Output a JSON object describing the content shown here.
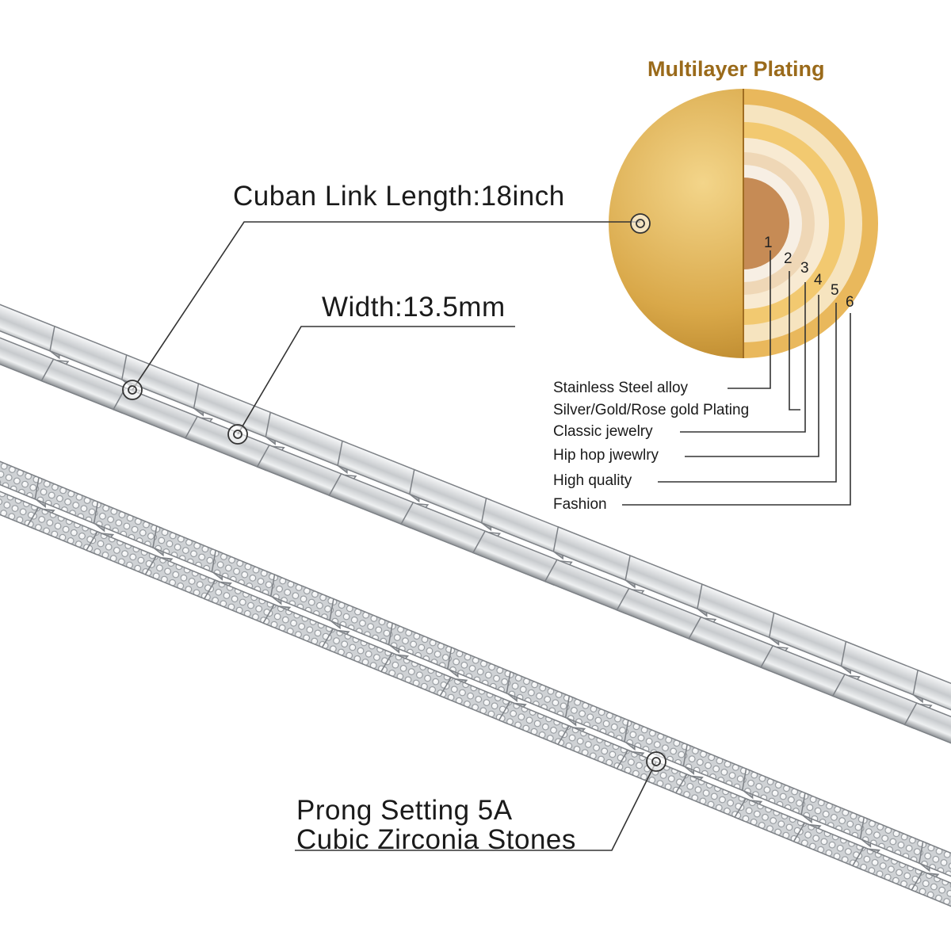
{
  "title": "Multilayer Plating",
  "callouts": {
    "length": "Cuban Link Length:18inch",
    "width": "Width:13.5mm",
    "stones_line1": "Prong Setting 5A",
    "stones_line2": "Cubic Zirconia Stones"
  },
  "layers": [
    {
      "number": "1",
      "label": "Stainless Steel alloy"
    },
    {
      "number": "2",
      "label": "Silver/Gold/Rose gold Plating"
    },
    {
      "number": "3",
      "label": "Classic jewelry"
    },
    {
      "number": "4",
      "label": "Hip hop jwewlry"
    },
    {
      "number": "5",
      "label": "High quality"
    },
    {
      "number": "6",
      "label": "Fashion"
    }
  ],
  "colors": {
    "gold_dark": "#c9952e",
    "gold_light": "#f0c878",
    "copper_core": "#c98a52",
    "title_color": "#9a6a1a",
    "silver": "#d9dbdd"
  }
}
